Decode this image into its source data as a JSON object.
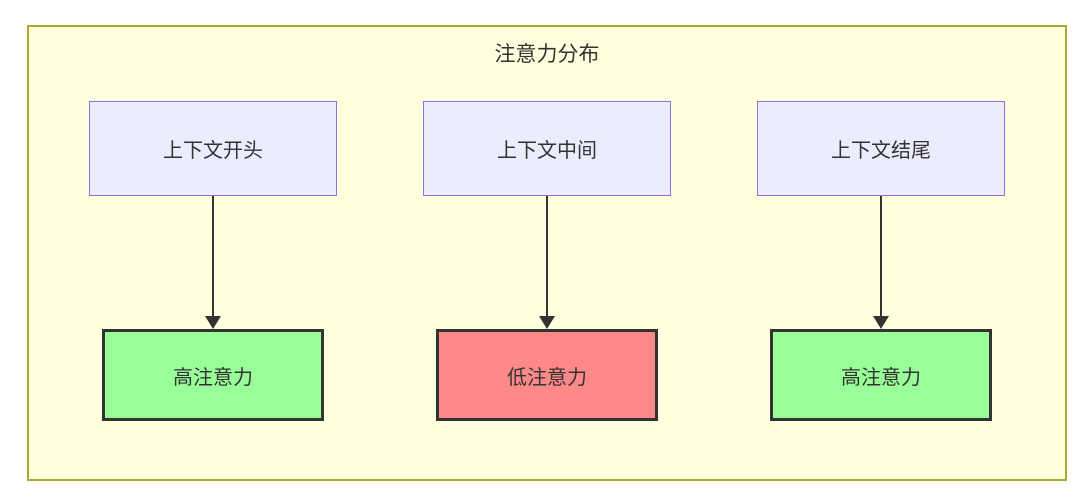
{
  "diagram": {
    "title": "注意力分布",
    "columns": [
      {
        "source": "上下文开头",
        "target": "高注意力",
        "level": "high"
      },
      {
        "source": "上下文中间",
        "target": "低注意力",
        "level": "low"
      },
      {
        "source": "上下文结尾",
        "target": "高注意力",
        "level": "high"
      }
    ],
    "colors": {
      "container_bg": "#ffffde",
      "container_border": "#aaaa33",
      "source_bg": "#ECECFF",
      "source_border": "#9370DB",
      "high_bg": "#99ff99",
      "low_bg": "#ff8888",
      "node_border_dark": "#333333",
      "text": "#333333",
      "arrow": "#333333"
    }
  }
}
